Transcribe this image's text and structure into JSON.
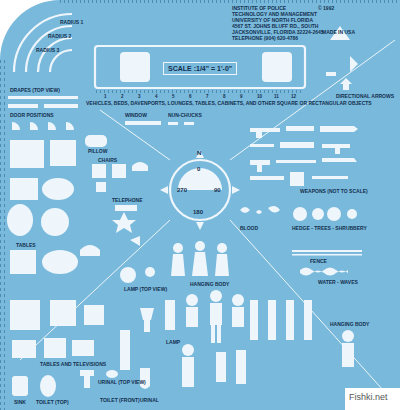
{
  "diagram": {
    "nodes": [
      {
        "text": [
          "SCALE :1/4\" = 1'-0\""
        ]
      }
    ],
    "labels": [
      "INSTITUTE OF POLICE",
      "TECHNOLOGY AND MANAGEMENT",
      "UNIVERSITY OF NORTH FLORIDA",
      "4567 ST. JOHNS BLUFF RD., SOUTH",
      "JACKSONVILLE, FLORIDA 32224-2645",
      "TELEPHONE (904) 620-4786",
      "© 1992",
      "MADE IN USA",
      "RADIUS 1",
      "RADIUS 2",
      "RADIUS 3",
      "DRAPES (TOP VIEW)",
      "DOOR POSITIONS",
      "VEHICLES, BEDS, DAVENPORTS, LOUNGES, TABLES, CABINETS, AND OTHER SQUARE OR RECTANGULAR OBJECTS",
      "DIRECTIONAL ARROWS",
      "PILLOW",
      "WINDOW",
      "NUN-CHUCKS",
      "CHAIRS",
      "TELEPHONE",
      "WEAPONS (NOT TO SCALE)",
      "TABLES",
      "BLOOD",
      "HEDGE - TREES - SHRUBBERY",
      "FENCE",
      "LAMP (TOP VIEW)",
      "HANGING BODY",
      "WATER - WAVES",
      "LAMP",
      "HANGING BODY",
      "TABLES AND TELEVISIONS",
      "SINK",
      "TOILET (TOP)",
      "TOILET (FRONT)",
      "URINAL (TOP VIEW)",
      "URINAL",
      "N",
      "0",
      "90",
      "180",
      "270",
      "Fishki.net",
      "1",
      "2",
      "3",
      "4",
      "5",
      "6",
      "7",
      "8",
      "9",
      "10",
      "11",
      "12"
    ]
  }
}
